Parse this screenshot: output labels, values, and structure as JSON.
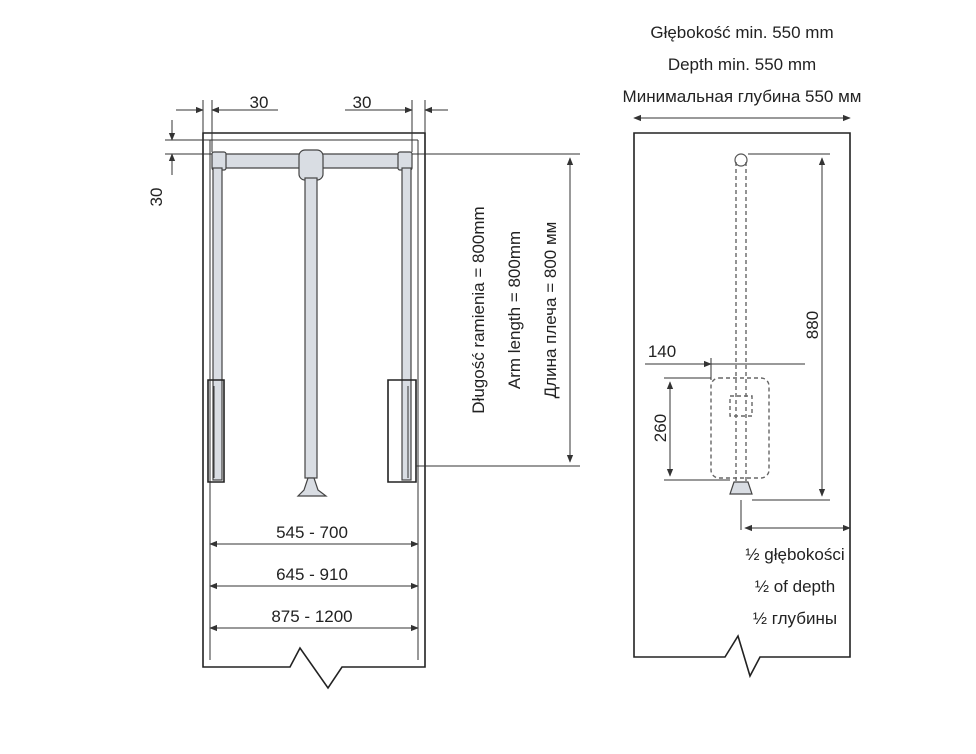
{
  "front_view": {
    "dim_top_left": "30",
    "dim_top_right": "30",
    "dim_side": "30",
    "arm_length_pl": "Długość ramienia = 800mm",
    "arm_length_en": "Arm length = 800mm",
    "arm_length_ru": "Длина плеча = 800 мм",
    "width_range_1": "545 - 700",
    "width_range_2": "645 - 910",
    "width_range_3": "875 - 1200"
  },
  "side_view": {
    "depth_pl": "Głębokość min. 550 mm",
    "depth_en": "Depth min. 550 mm",
    "depth_ru": "Минимальная глубина 550 мм",
    "dim_height": "880",
    "dim_140": "140",
    "dim_260": "260",
    "half_depth_pl": "½ głębokości",
    "half_depth_en": "½ of depth",
    "half_depth_ru": "½ глубины"
  }
}
